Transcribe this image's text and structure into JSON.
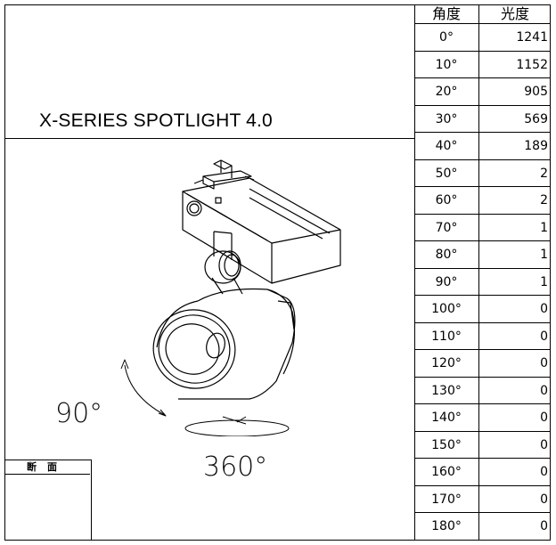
{
  "title": "X-SERIES SPOTLIGHT 4.0",
  "table": {
    "header_angle": "角度",
    "header_light": "光度",
    "rows": [
      {
        "angle": "0°",
        "value": "1241"
      },
      {
        "angle": "10°",
        "value": "1152"
      },
      {
        "angle": "20°",
        "value": "905"
      },
      {
        "angle": "30°",
        "value": "569"
      },
      {
        "angle": "40°",
        "value": "189"
      },
      {
        "angle": "50°",
        "value": "2"
      },
      {
        "angle": "60°",
        "value": "2"
      },
      {
        "angle": "70°",
        "value": "1"
      },
      {
        "angle": "80°",
        "value": "1"
      },
      {
        "angle": "90°",
        "value": "1"
      },
      {
        "angle": "100°",
        "value": "0"
      },
      {
        "angle": "110°",
        "value": "0"
      },
      {
        "angle": "120°",
        "value": "0"
      },
      {
        "angle": "130°",
        "value": "0"
      },
      {
        "angle": "140°",
        "value": "0"
      },
      {
        "angle": "150°",
        "value": "0"
      },
      {
        "angle": "160°",
        "value": "0"
      },
      {
        "angle": "170°",
        "value": "0"
      },
      {
        "angle": "180°",
        "value": "0"
      }
    ]
  },
  "drawing": {
    "tilt_label": "90°",
    "rotate_label": "360°"
  },
  "section": {
    "label": "断面"
  }
}
